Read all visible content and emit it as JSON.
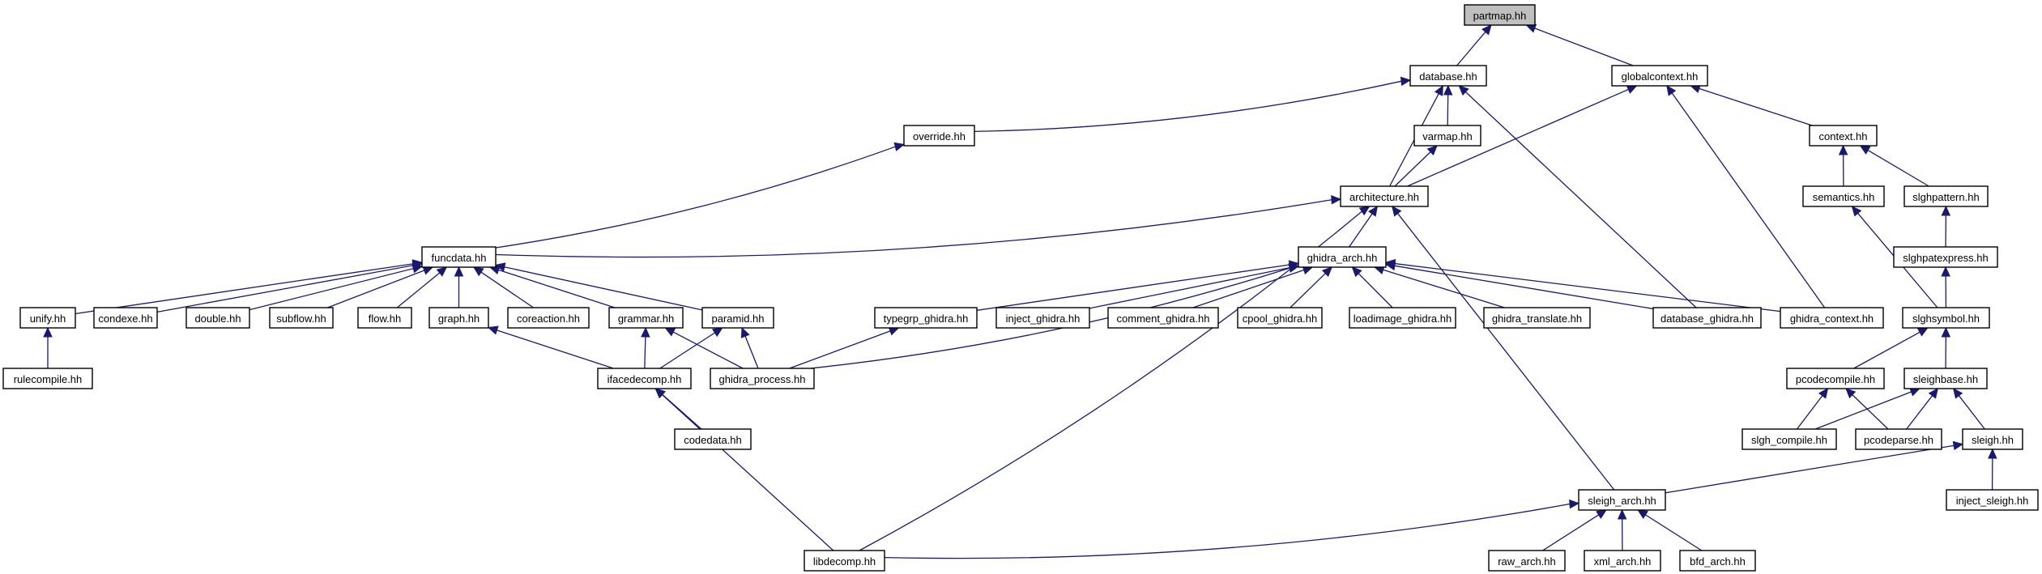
{
  "diagram": {
    "title": "partmap.hh include dependency graph",
    "root": "partmap.hh",
    "colors": {
      "edge": "#191970",
      "root_fill": "#bfbfbf",
      "node_fill": "#ffffff",
      "border": "#000000"
    },
    "nodes": [
      {
        "id": "partmap",
        "label": "partmap.hh"
      },
      {
        "id": "database",
        "label": "database.hh"
      },
      {
        "id": "globalcontext",
        "label": "globalcontext.hh"
      },
      {
        "id": "override",
        "label": "override.hh"
      },
      {
        "id": "varmap",
        "label": "varmap.hh"
      },
      {
        "id": "context",
        "label": "context.hh"
      },
      {
        "id": "architecture",
        "label": "architecture.hh"
      },
      {
        "id": "semantics",
        "label": "semantics.hh"
      },
      {
        "id": "slghpattern",
        "label": "slghpattern.hh"
      },
      {
        "id": "funcdata",
        "label": "funcdata.hh"
      },
      {
        "id": "ghidra_arch",
        "label": "ghidra_arch.hh"
      },
      {
        "id": "slghpatexpress",
        "label": "slghpatexpress.hh"
      },
      {
        "id": "unify",
        "label": "unify.hh"
      },
      {
        "id": "condexe",
        "label": "condexe.hh"
      },
      {
        "id": "double",
        "label": "double.hh"
      },
      {
        "id": "subflow",
        "label": "subflow.hh"
      },
      {
        "id": "flow",
        "label": "flow.hh"
      },
      {
        "id": "graph",
        "label": "graph.hh"
      },
      {
        "id": "coreaction",
        "label": "coreaction.hh"
      },
      {
        "id": "grammar",
        "label": "grammar.hh"
      },
      {
        "id": "paramid",
        "label": "paramid.hh"
      },
      {
        "id": "typegrp_ghidra",
        "label": "typegrp_ghidra.hh"
      },
      {
        "id": "inject_ghidra",
        "label": "inject_ghidra.hh"
      },
      {
        "id": "comment_ghidra",
        "label": "comment_ghidra.hh"
      },
      {
        "id": "cpool_ghidra",
        "label": "cpool_ghidra.hh"
      },
      {
        "id": "loadimage_ghidra",
        "label": "loadimage_ghidra.hh"
      },
      {
        "id": "ghidra_translate",
        "label": "ghidra_translate.hh"
      },
      {
        "id": "database_ghidra",
        "label": "database_ghidra.hh"
      },
      {
        "id": "ghidra_context",
        "label": "ghidra_context.hh"
      },
      {
        "id": "slghsymbol",
        "label": "slghsymbol.hh"
      },
      {
        "id": "rulecompile",
        "label": "rulecompile.hh"
      },
      {
        "id": "ifacedecomp",
        "label": "ifacedecomp.hh"
      },
      {
        "id": "ghidra_process",
        "label": "ghidra_process.hh"
      },
      {
        "id": "pcodecompile",
        "label": "pcodecompile.hh"
      },
      {
        "id": "sleighbase",
        "label": "sleighbase.hh"
      },
      {
        "id": "codedata",
        "label": "codedata.hh"
      },
      {
        "id": "slgh_compile",
        "label": "slgh_compile.hh"
      },
      {
        "id": "pcodeparse",
        "label": "pcodeparse.hh"
      },
      {
        "id": "sleigh",
        "label": "sleigh.hh"
      },
      {
        "id": "sleigh_arch",
        "label": "sleigh_arch.hh"
      },
      {
        "id": "inject_sleigh",
        "label": "inject_sleigh.hh"
      },
      {
        "id": "libdecomp",
        "label": "libdecomp.hh"
      },
      {
        "id": "raw_arch",
        "label": "raw_arch.hh"
      },
      {
        "id": "xml_arch",
        "label": "xml_arch.hh"
      },
      {
        "id": "bfd_arch",
        "label": "bfd_arch.hh"
      }
    ],
    "edges": [
      {
        "from": "database",
        "to": "partmap"
      },
      {
        "from": "globalcontext",
        "to": "partmap"
      },
      {
        "from": "override",
        "to": "database"
      },
      {
        "from": "varmap",
        "to": "database"
      },
      {
        "from": "architecture",
        "to": "database"
      },
      {
        "from": "database_ghidra",
        "to": "database"
      },
      {
        "from": "architecture",
        "to": "globalcontext"
      },
      {
        "from": "context",
        "to": "globalcontext"
      },
      {
        "from": "ghidra_context",
        "to": "globalcontext"
      },
      {
        "from": "architecture",
        "to": "varmap"
      },
      {
        "from": "funcdata",
        "to": "override"
      },
      {
        "from": "semantics",
        "to": "context"
      },
      {
        "from": "slghpattern",
        "to": "context"
      },
      {
        "from": "funcdata",
        "to": "architecture"
      },
      {
        "from": "ghidra_arch",
        "to": "architecture"
      },
      {
        "from": "libdecomp",
        "to": "architecture"
      },
      {
        "from": "sleigh_arch",
        "to": "architecture"
      },
      {
        "from": "slghsymbol",
        "to": "semantics"
      },
      {
        "from": "slghpatexpress",
        "to": "slghpattern"
      },
      {
        "from": "slghsymbol",
        "to": "slghpatexpress"
      },
      {
        "from": "unify",
        "to": "funcdata"
      },
      {
        "from": "condexe",
        "to": "funcdata"
      },
      {
        "from": "double",
        "to": "funcdata"
      },
      {
        "from": "subflow",
        "to": "funcdata"
      },
      {
        "from": "flow",
        "to": "funcdata"
      },
      {
        "from": "graph",
        "to": "funcdata"
      },
      {
        "from": "coreaction",
        "to": "funcdata"
      },
      {
        "from": "grammar",
        "to": "funcdata"
      },
      {
        "from": "paramid",
        "to": "funcdata"
      },
      {
        "from": "ghidra_process",
        "to": "ghidra_arch"
      },
      {
        "from": "typegrp_ghidra",
        "to": "ghidra_arch"
      },
      {
        "from": "inject_ghidra",
        "to": "ghidra_arch"
      },
      {
        "from": "comment_ghidra",
        "to": "ghidra_arch"
      },
      {
        "from": "cpool_ghidra",
        "to": "ghidra_arch"
      },
      {
        "from": "loadimage_ghidra",
        "to": "ghidra_arch"
      },
      {
        "from": "ghidra_translate",
        "to": "ghidra_arch"
      },
      {
        "from": "database_ghidra",
        "to": "ghidra_arch"
      },
      {
        "from": "ghidra_context",
        "to": "ghidra_arch"
      },
      {
        "from": "rulecompile",
        "to": "unify"
      },
      {
        "from": "ifacedecomp",
        "to": "graph"
      },
      {
        "from": "ifacedecomp",
        "to": "grammar"
      },
      {
        "from": "ghidra_process",
        "to": "grammar"
      },
      {
        "from": "ifacedecomp",
        "to": "paramid"
      },
      {
        "from": "ghidra_process",
        "to": "paramid"
      },
      {
        "from": "ghidra_process",
        "to": "typegrp_ghidra"
      },
      {
        "from": "pcodecompile",
        "to": "slghsymbol"
      },
      {
        "from": "sleighbase",
        "to": "slghsymbol"
      },
      {
        "from": "codedata",
        "to": "ifacedecomp"
      },
      {
        "from": "libdecomp",
        "to": "ifacedecomp"
      },
      {
        "from": "slgh_compile",
        "to": "pcodecompile"
      },
      {
        "from": "pcodeparse",
        "to": "pcodecompile"
      },
      {
        "from": "slgh_compile",
        "to": "sleighbase"
      },
      {
        "from": "pcodeparse",
        "to": "sleighbase"
      },
      {
        "from": "sleigh",
        "to": "sleighbase"
      },
      {
        "from": "sleigh_arch",
        "to": "sleigh"
      },
      {
        "from": "inject_sleigh",
        "to": "sleigh"
      },
      {
        "from": "libdecomp",
        "to": "sleigh_arch"
      },
      {
        "from": "raw_arch",
        "to": "sleigh_arch"
      },
      {
        "from": "xml_arch",
        "to": "sleigh_arch"
      },
      {
        "from": "bfd_arch",
        "to": "sleigh_arch"
      }
    ]
  }
}
